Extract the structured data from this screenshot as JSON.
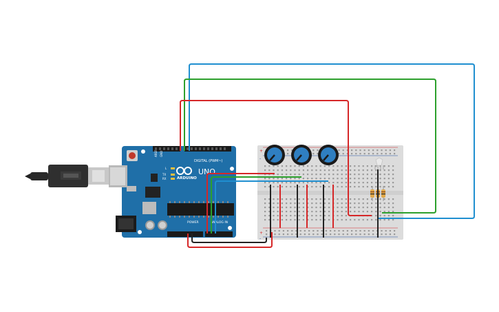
{
  "board": {
    "logo_text": "ARDUINO",
    "model_text": "UNO",
    "digital_label": "DIGITAL (PWM~)",
    "power_label": "POWER",
    "analog_label": "ANALOG IN",
    "led_tx": "TX",
    "led_rx": "RX",
    "led_l": "L",
    "aref_label": "AREF",
    "gnd_label": "GND"
  },
  "breadboard": {
    "plus": "+",
    "minus": "-"
  },
  "colors": {
    "board": "#1f6fa8",
    "red_wire": "#d62728",
    "green_wire": "#2ca02c",
    "blue_wire": "#1f8fd0",
    "black_wire": "#222222",
    "knob": "#2f7fc1"
  }
}
